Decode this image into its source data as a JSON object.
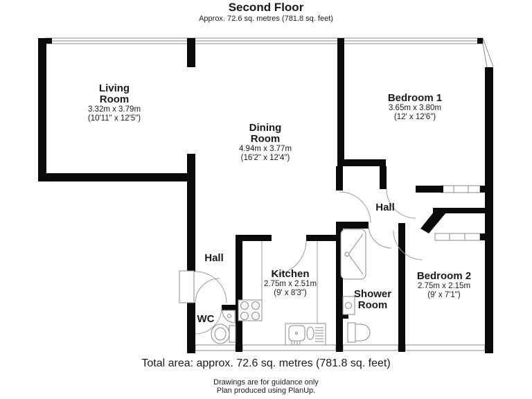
{
  "header": {
    "title": "Second Floor",
    "subtitle": "Approx. 72.6 sq. metres (781.8 sq. feet)"
  },
  "rooms": {
    "living": {
      "line1": "Living",
      "line2": "Room",
      "metric": "3.32m x 3.79m",
      "imperial": "(10'11\" x 12'5\")"
    },
    "dining": {
      "line1": "Dining",
      "line2": "Room",
      "metric": "4.94m x 3.77m",
      "imperial": "(16'2\" x 12'4\")"
    },
    "bedroom1": {
      "line1": "Bedroom 1",
      "metric": "3.65m x 3.80m",
      "imperial": "(12' x 12'6\")"
    },
    "bedroom2": {
      "line1": "Bedroom 2",
      "metric": "2.75m x 2.15m",
      "imperial": "(9' x 7'1\")"
    },
    "kitchen": {
      "line1": "Kitchen",
      "metric": "2.75m x 2.51m",
      "imperial": "(9' x 8'3\")"
    },
    "shower": {
      "line1": "Shower",
      "line2": "Room"
    },
    "hall_main": {
      "line1": "Hall"
    },
    "hall_entry": {
      "line1": "Hall"
    },
    "wc": {
      "line1": "WC"
    }
  },
  "footer": {
    "total": "Total area: approx. 72.6 sq. metres (781.8 sq. feet)",
    "disclaimer1": "Drawings are for guidance only",
    "disclaimer2": "Plan produced using PlanUp."
  },
  "colors": {
    "wall": "#0a0a0a",
    "line": "#8a8a8a",
    "text": "#1a1a1a",
    "background": "#ffffff"
  }
}
